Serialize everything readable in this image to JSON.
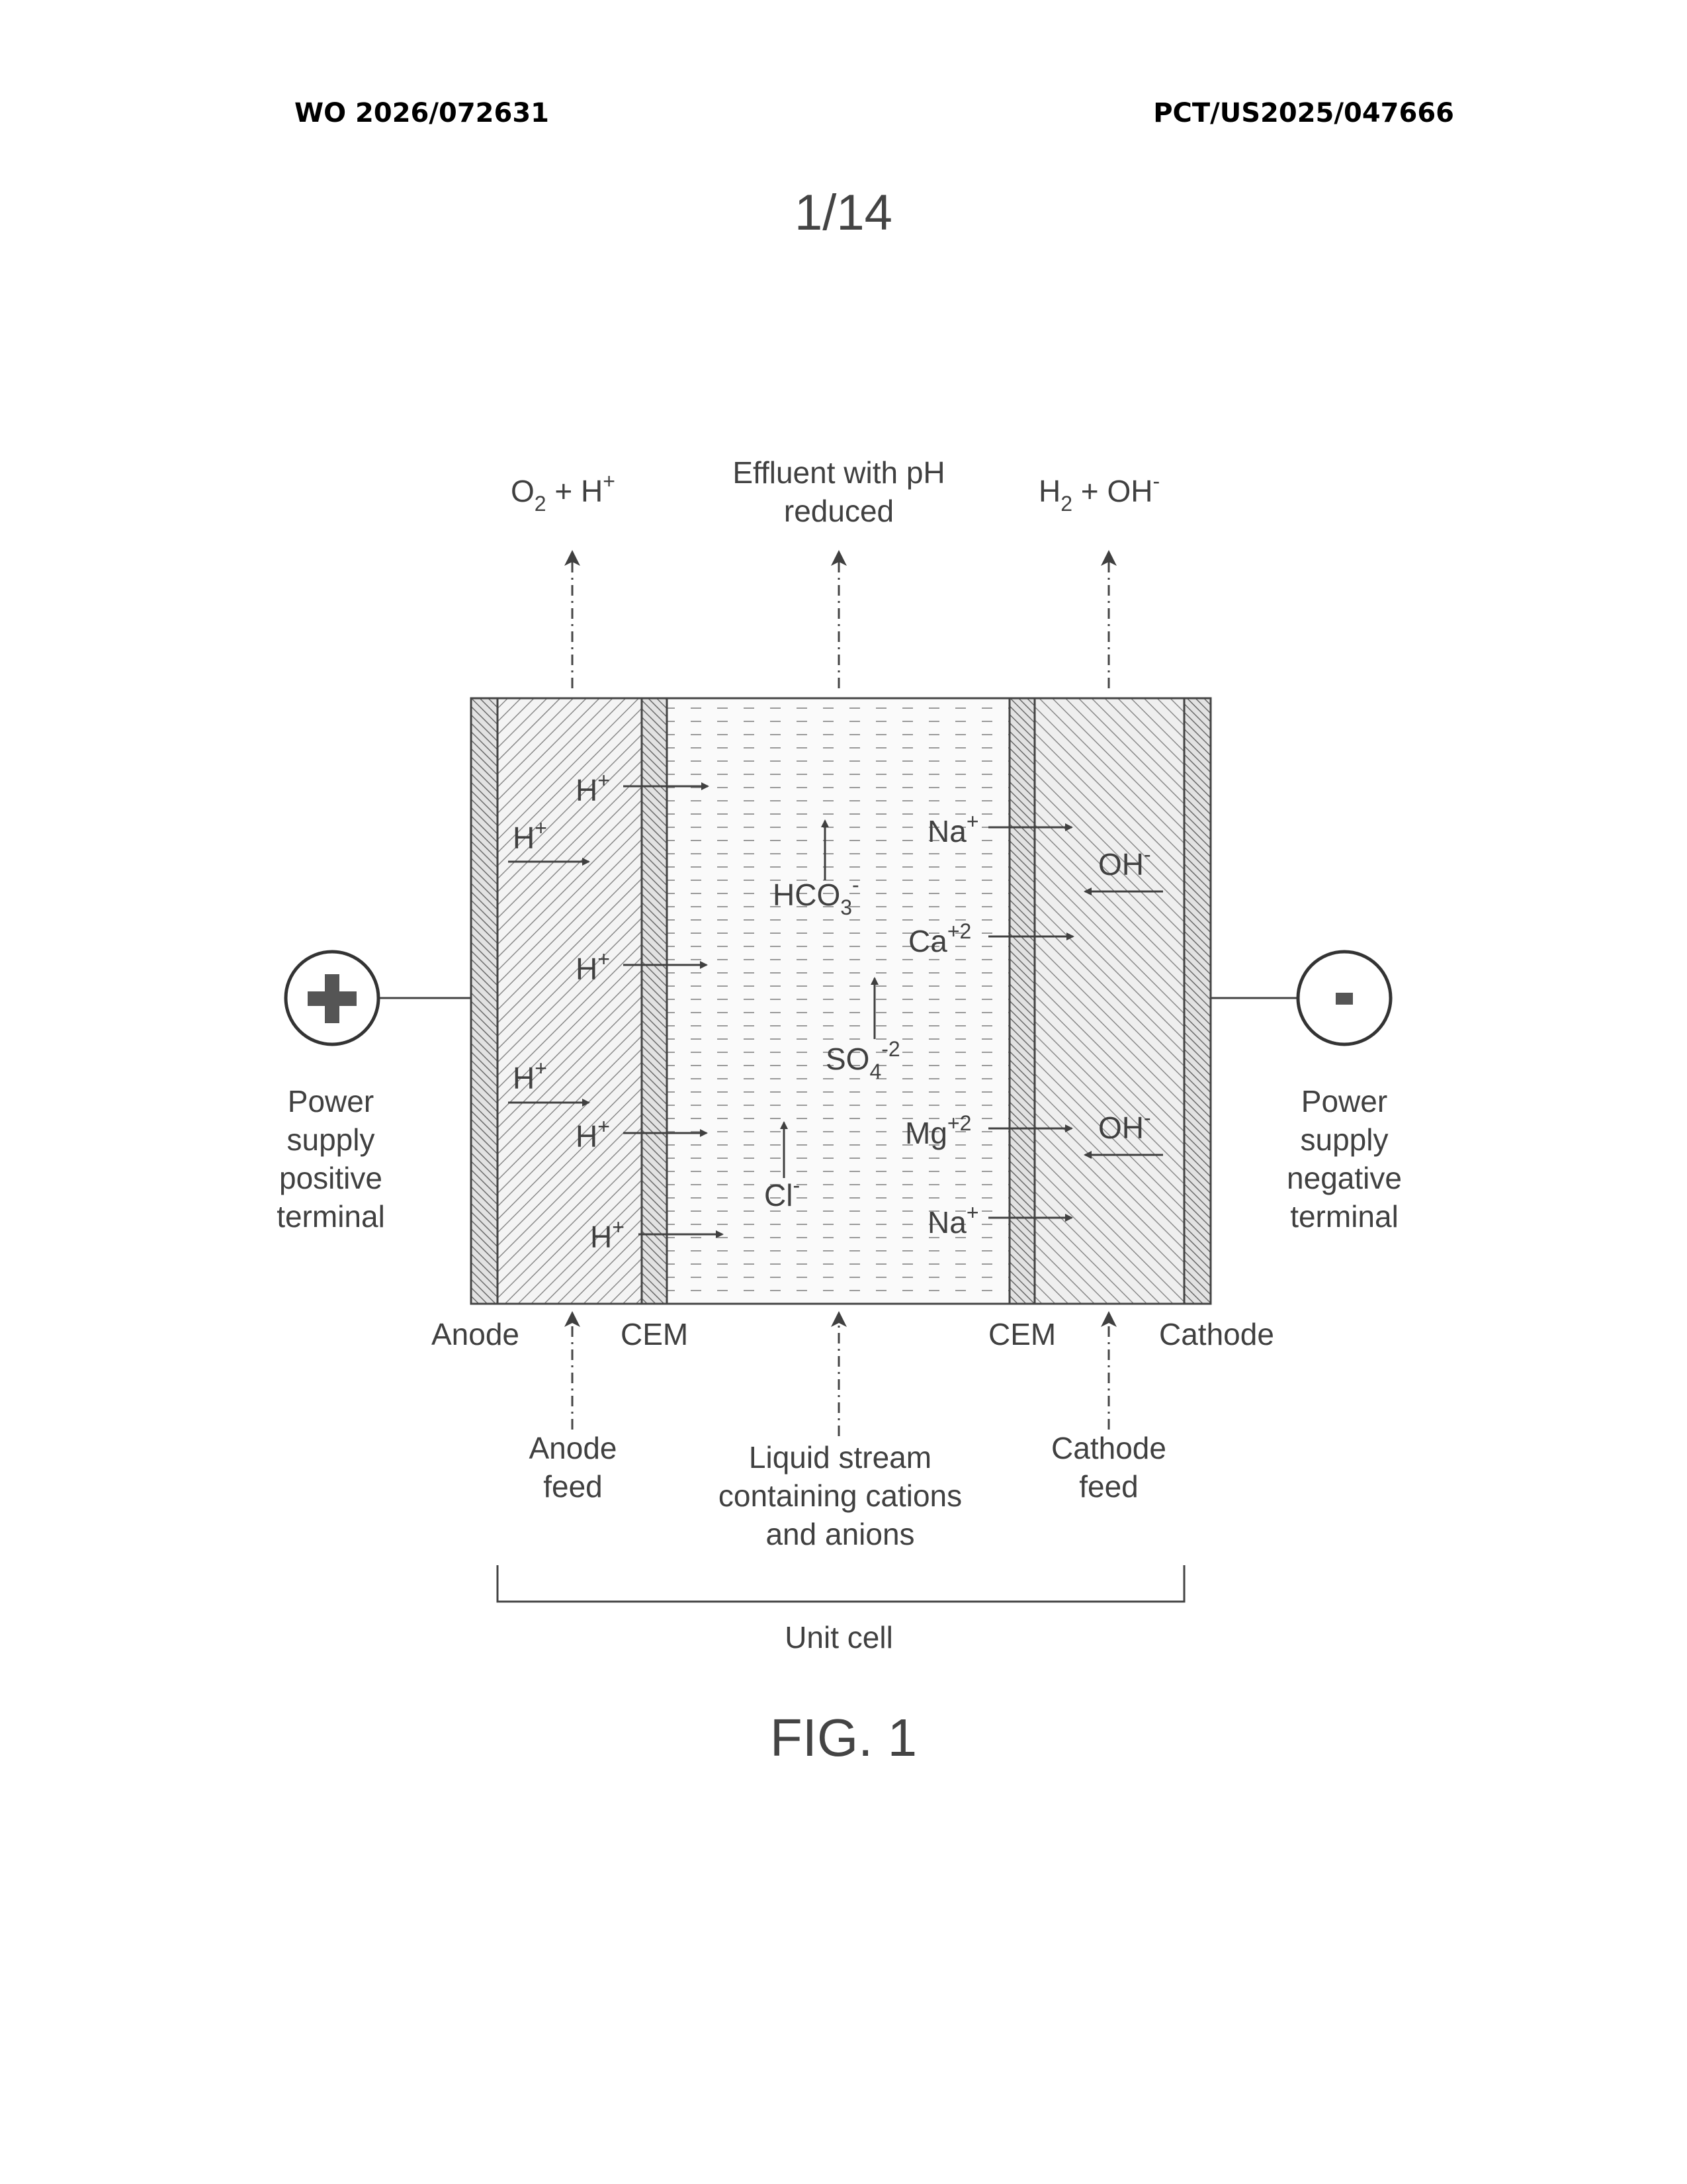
{
  "header": {
    "publication_number": "WO 2026/072631",
    "application_number": "PCT/US2025/047666"
  },
  "sheet": "1/14",
  "figure_label": "FIG. 1",
  "diagram": {
    "outputs": {
      "anode": {
        "base1": "O",
        "sub1": "2",
        "mid": " + H",
        "sup": "+"
      },
      "center_line1": "Effluent with pH",
      "center_line2": "reduced",
      "cathode": {
        "base1": "H",
        "sub1": "2",
        "mid": " + OH",
        "sup": "-"
      }
    },
    "terminals": {
      "positive_symbol": "+",
      "negative_symbol": "-",
      "positive_label": [
        "Power",
        "supply",
        "positive",
        "terminal"
      ],
      "negative_label": [
        "Power",
        "supply",
        "negative",
        "terminal"
      ]
    },
    "components": {
      "anode": "Anode",
      "cem_left": "CEM",
      "cem_right": "CEM",
      "cathode": "Cathode"
    },
    "inputs": {
      "anode_feed": [
        "Anode",
        "feed"
      ],
      "liquid_stream": [
        "Liquid stream",
        "containing cations",
        "and anions"
      ],
      "cathode_feed": [
        "Cathode",
        "feed"
      ]
    },
    "unit_cell": "Unit cell",
    "ions": {
      "h": {
        "base": "H",
        "sup": "+"
      },
      "na": {
        "base": "Na",
        "sup": "+"
      },
      "ca": {
        "base": "Ca",
        "sup": "+2"
      },
      "mg": {
        "base": "Mg",
        "sup": "+2"
      },
      "oh": {
        "base": "OH",
        "sup": "-"
      },
      "hco3": {
        "base": "HCO",
        "sub": "3",
        "sup": "-"
      },
      "so4": {
        "base": "SO",
        "sub": "4",
        "sup": "-2"
      },
      "cl": {
        "base": "Cl",
        "sup": "-"
      }
    }
  }
}
